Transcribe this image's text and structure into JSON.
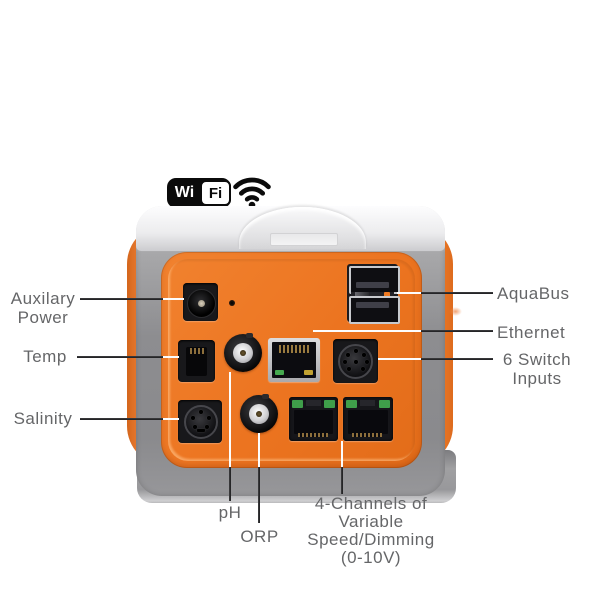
{
  "wifi": {
    "badge_left": "Wi",
    "badge_right": "Fi"
  },
  "labels": {
    "aux": [
      "Auxilary",
      "Power"
    ],
    "temp": "Temp",
    "salinity": "Salinity",
    "aquabus": "AquaBus",
    "ethernet": "Ethernet",
    "six_switch": [
      "6 Switch",
      "Inputs"
    ],
    "ph": "pH",
    "orp": "ORP",
    "four_channels": [
      "4-Channels of",
      "Variable",
      "Speed/Dimming",
      "(0-10V)"
    ]
  },
  "icons": {
    "wifi_badge": "wifi-logo-badge",
    "wifi_signal": "wifi-signal-icon",
    "ports": [
      "power-jack-port",
      "reset-hole",
      "aquabus-usb-ports",
      "temp-rj11-port",
      "ph-bnc-port",
      "ethernet-rj45-port",
      "switch-din8-port",
      "salinity-din-port",
      "orp-bnc-port",
      "speed-rj45-port-1",
      "speed-rj45-port-2"
    ]
  },
  "colors": {
    "device_orange": "#ec7420",
    "frame_gray": "#8d8d90",
    "label_text": "#656668",
    "callout_dark": "#2a2a2c",
    "callout_light": "#fdfdfd",
    "led_green": "#46a94f",
    "led_amber": "#c2a231",
    "usb_led_orange": "#ef7a22"
  }
}
